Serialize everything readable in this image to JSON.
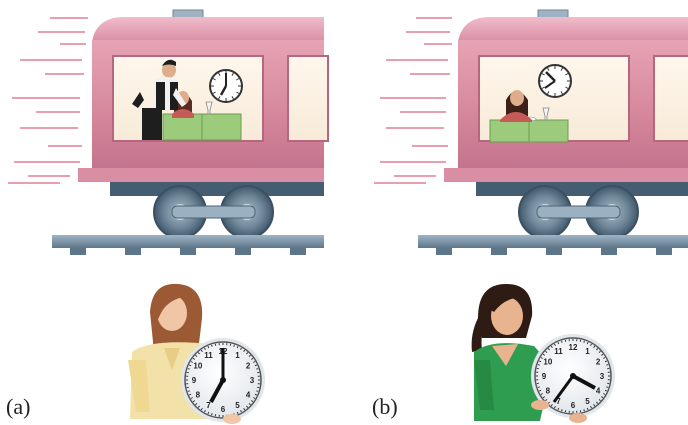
{
  "panels": [
    {
      "label": "(a)",
      "scene": "moving-train-with-waiter-and-diner",
      "clock_in_train": {
        "hour": 7,
        "minute": 0
      },
      "observer_clock": {
        "hour": 7,
        "minute": 0
      }
    },
    {
      "label": "(b)",
      "scene": "moving-train-with-diner",
      "clock_in_train": {
        "hour": 7,
        "minute": 40
      },
      "observer_clock": {
        "hour": 4,
        "minute": 40
      }
    }
  ],
  "colors": {
    "train_body": "#d4849a",
    "train_roof": "#e8a7b6",
    "rail": "#6f8a9e",
    "table": "#9ccb7b",
    "speed_lines": "#e28a9c"
  }
}
